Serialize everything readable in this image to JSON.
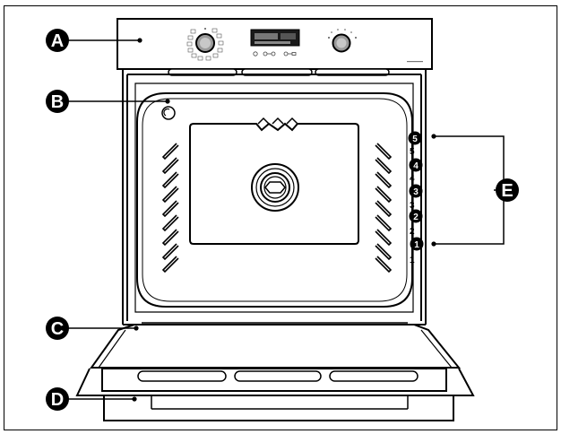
{
  "callouts": [
    {
      "id": "A",
      "letter": "A"
    },
    {
      "id": "B",
      "letter": "B"
    },
    {
      "id": "C",
      "letter": "C"
    },
    {
      "id": "D",
      "letter": "D"
    },
    {
      "id": "E",
      "letter": "E"
    }
  ],
  "shelf_levels": {
    "badges": [
      "5",
      "4",
      "3",
      "2",
      "1"
    ],
    "labels": [
      "5",
      "4",
      "3",
      "2",
      "1"
    ]
  },
  "colors": {
    "line": "#000000",
    "callout_fill": "#000000",
    "callout_text": "#ffffff",
    "background": "#ffffff"
  }
}
